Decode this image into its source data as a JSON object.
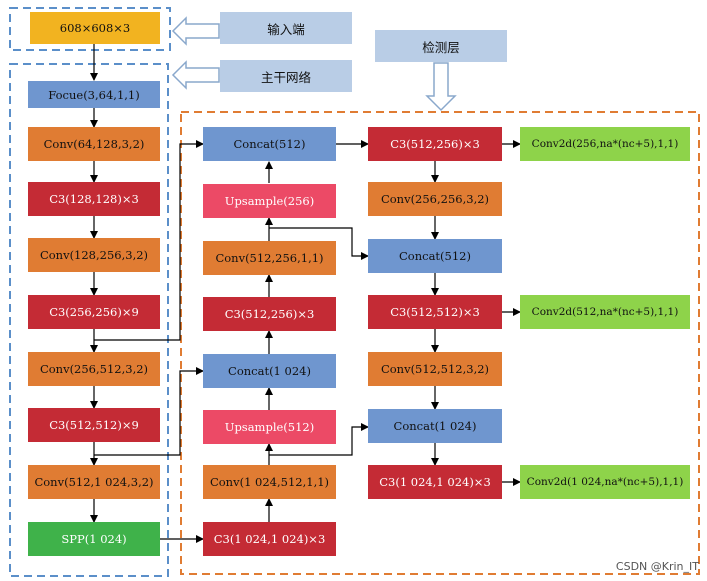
{
  "input_label": "608×608×3",
  "callouts": {
    "input_end": "输入端",
    "backbone": "主干网络",
    "detection_layer": "检测层"
  },
  "backbone": [
    "Focue(3,64,1,1)",
    "Conv(64,128,3,2)",
    "C3(128,128)×3",
    "Conv(128,256,3,2)",
    "C3(256,256)×9",
    "Conv(256,512,3,2)",
    "C3(512,512)×9",
    "Conv(512,1 024,3,2)",
    "SPP(1 024)"
  ],
  "neck_up": [
    "Concat(512)",
    "Upsample(256)",
    "Conv(512,256,1,1)",
    "C3(512,256)×3",
    "Concat(1 024)",
    "Upsample(512)",
    "Conv(1 024,512,1,1)",
    "C3(1 024,1 024)×3"
  ],
  "neck_down": [
    "C3(512,256)×3",
    "Conv(256,256,3,2)",
    "Concat(512)",
    "C3(512,512)×3",
    "Conv(512,512,3,2)",
    "Concat(1 024)",
    "C3(1 024,1 024)×3"
  ],
  "heads": [
    "Conv2d(256,na*(nc+5),1,1)",
    "Conv2d(512,na*(nc+5),1,1)",
    "Conv2d(1 024,na*(nc+5),1,1)"
  ],
  "watermark": "CSDN @Krin_IT",
  "colors": {
    "concat": "#6f96cf",
    "conv": "#e07c33",
    "c3": "#c42b35",
    "upsample": "#ec4a66",
    "spp": "#3fb24a",
    "head": "#8ed34a",
    "input": "#f2b320",
    "callout": "#b9cde6",
    "backbone_border": "#5b8fc9",
    "neck_border": "#e07c33"
  }
}
